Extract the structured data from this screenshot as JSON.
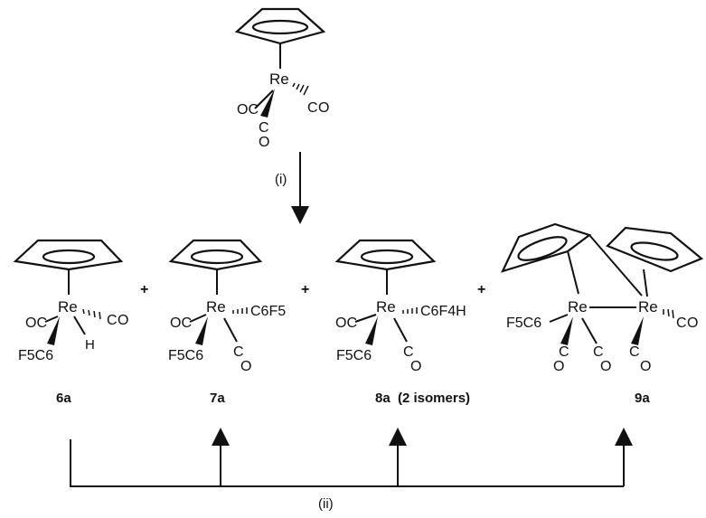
{
  "reactant": {
    "metal": "Re",
    "ligands": {
      "co_left": "OC",
      "co_right_c": "C",
      "co_right_o": "O",
      "co_down_c": "C",
      "co_down_o": "O"
    }
  },
  "arrows": {
    "step_i": "(i)",
    "step_ii": "(ii)"
  },
  "plus_sign": "+",
  "products": [
    {
      "label": "6a",
      "metal": "Re",
      "co_left": "OC",
      "co_right_c": "C",
      "co_right_o": "O",
      "aryl": "F5C6",
      "hydride": "H"
    },
    {
      "label": "7a",
      "metal": "Re",
      "co_left": "OC",
      "aryl": "F5C6",
      "second_aryl": "C6F5",
      "co_down_c": "C",
      "co_down_o": "O"
    },
    {
      "label": "8a",
      "label_note": "(2 isomers)",
      "metal": "Re",
      "co_left": "OC",
      "aryl": "F5C6",
      "second_aryl": "C6F4H",
      "co_down_c": "C",
      "co_down_o": "O"
    },
    {
      "label": "9a",
      "metal_left": "Re",
      "metal_right": "Re",
      "aryl": "F5C6",
      "co_c": "C",
      "co_o": "O"
    }
  ]
}
